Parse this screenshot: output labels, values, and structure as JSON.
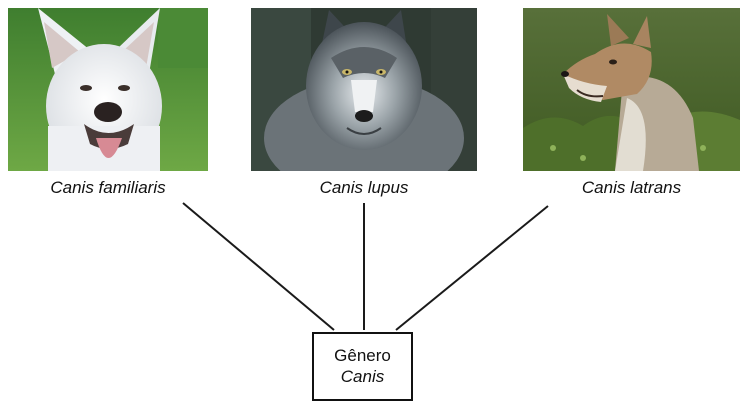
{
  "species": [
    {
      "label": "Canis familiaris",
      "icon": "white-dog-photo"
    },
    {
      "label": "Canis lupus",
      "icon": "gray-wolf-photo"
    },
    {
      "label": "Canis latrans",
      "icon": "coyote-photo"
    }
  ],
  "genus": {
    "title": "Gênero",
    "name": "Canis"
  },
  "colors": {
    "line": "#1a1a1a",
    "grass": "#5f9a3a",
    "wolf_bg": "#3a4a3e",
    "coyote_bg": "#546a2e"
  }
}
